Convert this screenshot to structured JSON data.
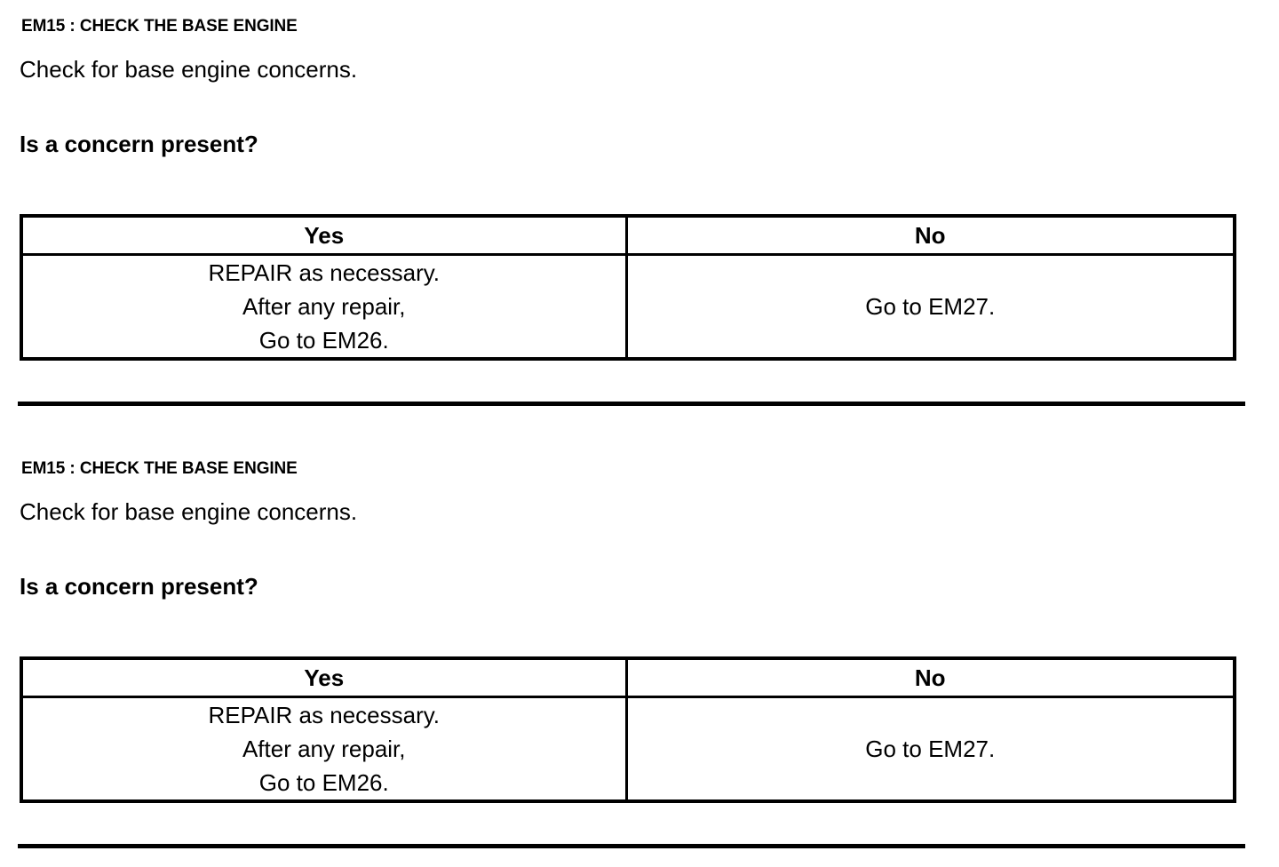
{
  "document": {
    "type": "diagnostic-procedure-table",
    "background_color": "#ffffff",
    "text_color": "#000000",
    "rule_color": "#000000"
  },
  "sections": [
    {
      "heading": "EM15 : CHECK THE BASE ENGINE",
      "instruction": "Check for base engine concerns.",
      "question": "Is a concern present?",
      "table": {
        "headers": [
          "Yes",
          "No"
        ],
        "cells": {
          "yes": [
            "REPAIR as necessary.",
            "After any repair,",
            "Go to EM26."
          ],
          "no": [
            "Go to EM27."
          ]
        }
      }
    },
    {
      "heading": "EM15 : CHECK THE BASE ENGINE",
      "instruction": "Check for base engine concerns.",
      "question": "Is a concern present?",
      "table": {
        "headers": [
          "Yes",
          "No"
        ],
        "cells": {
          "yes": [
            "REPAIR as necessary.",
            "After any repair,",
            "Go to EM26."
          ],
          "no": [
            "Go to EM27."
          ]
        }
      }
    }
  ]
}
